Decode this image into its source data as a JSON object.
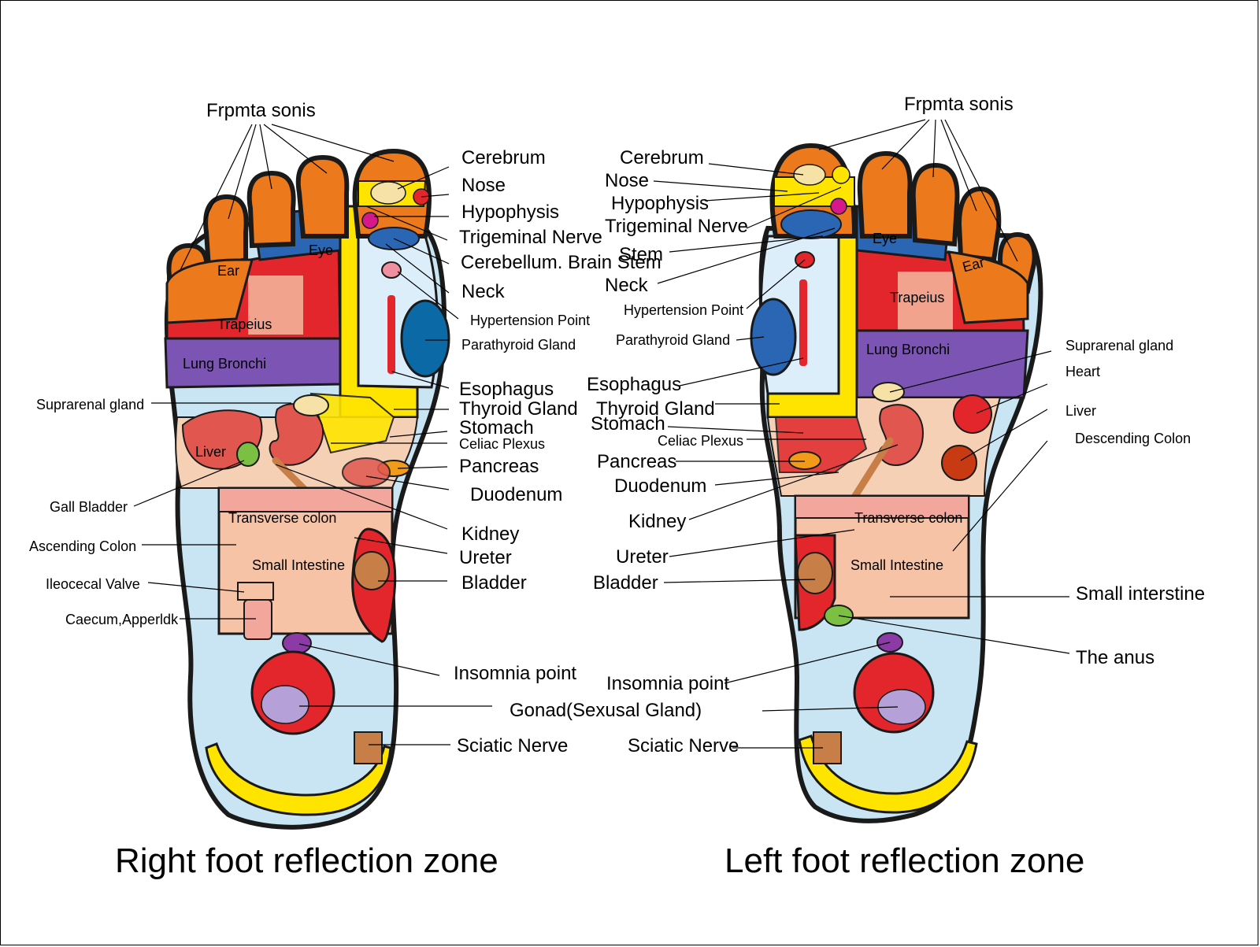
{
  "colors": {
    "outline": "#1a1a1a",
    "red": "#e2262b",
    "orange": "#ec7a1c",
    "yellow": "#ffe400",
    "blue": "#2a66b3",
    "purple": "#7c55b4",
    "lightblue": "#c9e4f3",
    "peach": "#f6c3a6",
    "green": "#7cc043",
    "magenta": "#d6188b",
    "kidney": "#e1574f",
    "teal": "#0b6aa6"
  },
  "right_foot": {
    "title": "Right foot reflection zone",
    "inner": {
      "ear": "Ear",
      "eye": "Eye",
      "trapeius": "Trapeius",
      "lung": "Lung Bronchi",
      "liver": "Liver",
      "transverse": "Transverse colon",
      "small": "Small Intestine"
    },
    "labels": {
      "frontal": "Frpmta sonis",
      "cerebrum": "Cerebrum",
      "nose": "Nose",
      "hypophysis": "Hypophysis",
      "trigeminal": "Trigeminal Nerve",
      "cerebellum": "Cerebellum. Brain Stem",
      "neck": "Neck",
      "hypertension": "Hypertension Point",
      "parathyroid": "Parathyroid Gland",
      "esophagus": "Esophagus",
      "thyroid": "Thyroid Gland",
      "stomach": "Stomach",
      "celiac": "Celiac Plexus",
      "pancreas": "Pancreas",
      "duodenum": "Duodenum",
      "kidney": "Kidney",
      "ureter": "Ureter",
      "bladder": "Bladder",
      "suprarenal": "Suprarenal gland",
      "gall": "Gall Bladder",
      "ascending": "Ascending Colon",
      "ileocecal": "Ileocecal Valve",
      "caecum": "Caecum,Apperldk",
      "insomnia": "Insomnia point",
      "gonad": "Gonad(Sexusal Gland)",
      "sciatic": "Sciatic Nerve"
    }
  },
  "left_foot": {
    "title": "Left foot reflection zone",
    "inner": {
      "eye": "Eye",
      "ear": "Ear",
      "trapeius": "Trapeius",
      "lung": "Lung Bronchi",
      "transverse": "Transverse colon",
      "small": "Small Intestine"
    },
    "labels": {
      "frontal": "Frpmta sonis",
      "cerebrum": "Cerebrum",
      "nose": "Nose",
      "hypophysis": "Hypophysis",
      "trigeminal": "Trigeminal Nerve",
      "stem": "Stem",
      "neck": "Neck",
      "hypertension": "Hypertension Point",
      "parathyroid": "Parathyroid Gland",
      "esophagus": "Esophagus",
      "thyroid": "Thyroid Gland",
      "stomach": "Stomach",
      "celiac": "Celiac Plexus",
      "pancreas": "Pancreas",
      "duodenum": "Duodenum",
      "kidney": "Kidney",
      "ureter": "Ureter",
      "bladder": "Bladder",
      "suprarenal": "Suprarenal gland",
      "heart": "Heart",
      "liver": "Liver",
      "descending": "Descending Colon",
      "small_interstine": "Small interstine",
      "anus": "The anus",
      "insomnia": "Insomnia point",
      "sciatic": "Sciatic Nerve"
    }
  }
}
